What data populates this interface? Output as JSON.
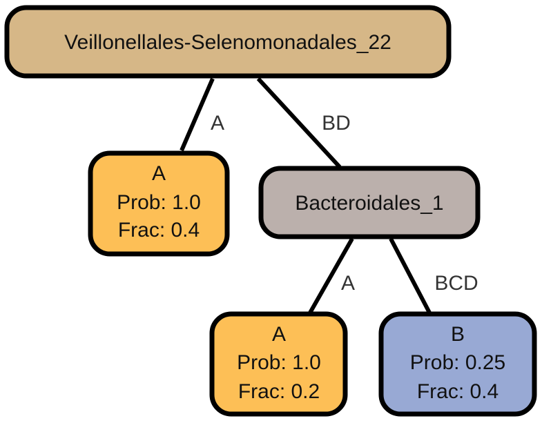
{
  "colors": {
    "root": "#d6b787",
    "internal": "#bbb0ac",
    "class_a": "#fdbf56",
    "class_b": "#98a9d4"
  },
  "nodes": {
    "root": {
      "label": "Veillonellales-Selenomonadales_22"
    },
    "bacteroidales": {
      "label": "Bacteroidales_1"
    },
    "leaf1": {
      "class": "A",
      "prob": "Prob: 1.0",
      "frac": "Frac: 0.4"
    },
    "leaf2": {
      "class": "A",
      "prob": "Prob: 1.0",
      "frac": "Frac: 0.2"
    },
    "leaf3": {
      "class": "B",
      "prob": "Prob: 0.25",
      "frac": "Frac: 0.4"
    }
  },
  "edges": {
    "root_leaf1": "A",
    "root_bacteroidales": "BD",
    "bacteroidales_leaf2": "A",
    "bacteroidales_leaf3": "BCD"
  }
}
